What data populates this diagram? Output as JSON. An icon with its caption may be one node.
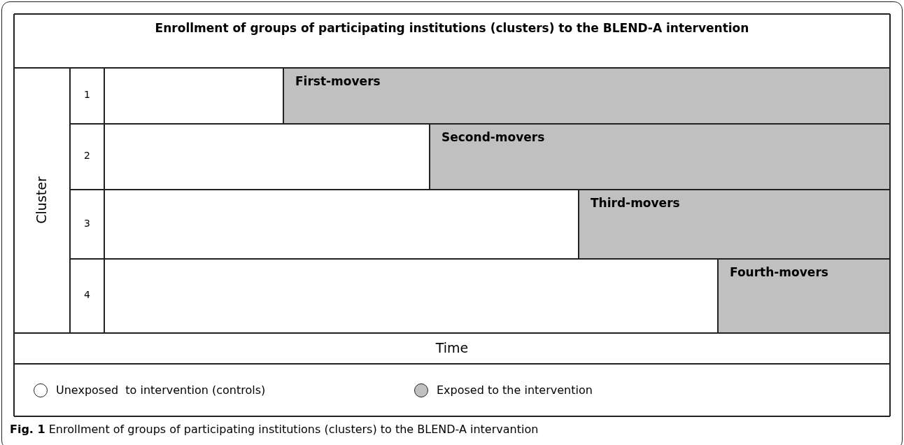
{
  "diagram": {
    "title": "Enrollment of groups of participating institutions (clusters) to the BLEND-A intervention",
    "caption": "**Fig. 1** Enrollment of groups of participating institutions (clusters) to the BLEND-A intervantion",
    "nodes": [
      {
        "text": [
          "First-movers"
        ]
      },
      {
        "text": [
          "Second-movers"
        ]
      },
      {
        "text": [
          "Third-movers"
        ]
      },
      {
        "text": [
          "Fourth-movers"
        ]
      }
    ],
    "labels": [
      "Cluster",
      "1",
      "2",
      "3",
      "4",
      "Time"
    ],
    "legend": [
      {
        "text": "Unexposed  to intervention (controls)",
        "color": "#ffffff"
      },
      {
        "text": "Exposed to the intervention",
        "color": "#c0c0c0"
      }
    ]
  }
}
